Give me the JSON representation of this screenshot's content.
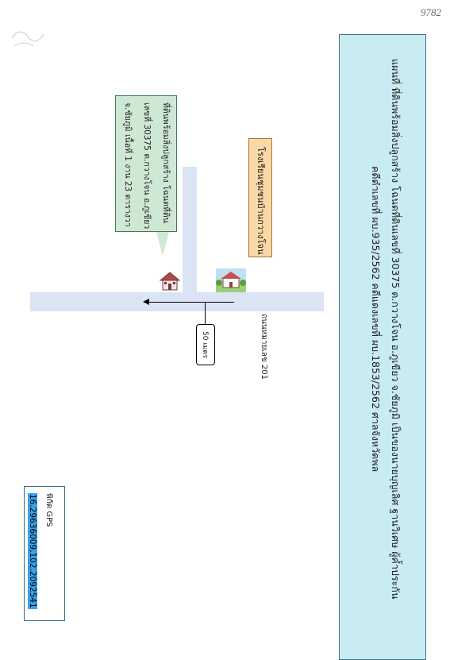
{
  "page_number": "9782",
  "title": {
    "line1": "แผนที่ ที่ดินพร้อมสิ่งปลูกสร้าง โฉนดที่ดินเลขที่ 30375 ต.กวางโจน อ.ภูเขียว จ.ชัยภูมิ เป็นของนายบุญเลิศ ฐานวิเศษ ผู้ค้ำประกัน",
    "line2": "คดีดำเลขที่ ผบ.935/2562 คดีแดงเลขที่ ผบ.1853/2562 ศาลจังหวัดพล"
  },
  "road_label": "ถนนหมายเลข 201",
  "distance_label": "50 เมตร",
  "land_callout": {
    "line1": "ที่ดินพร้อมสิ่งปลูกสร้าง โฉนดที่ดิน",
    "line2": "เลขที่ 30375 ต.กวางโจน อ.ภูเขียว",
    "line3": "จ.ชัยภูมิ เนื้อที่ 1 งาน 23 ตารางวา"
  },
  "school_label": "โรงเรียนชุมชนบ้านกวางโจน",
  "gps": {
    "label": "พิกัด GPS",
    "value": "16.29636009,102.2092541"
  },
  "colors": {
    "title_bg": "#c8ecf2",
    "land_bg": "#cfe8d4",
    "school_bg": "#fad9a6",
    "road": "#dbe4f4",
    "gps_highlight": "#3aa0e8"
  }
}
